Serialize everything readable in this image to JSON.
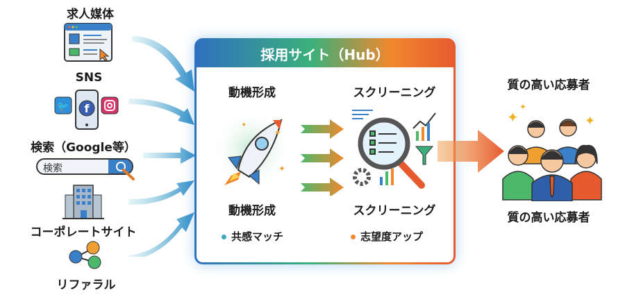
{
  "sources": [
    {
      "label": "求人媒体",
      "icon": "browser-window-icon"
    },
    {
      "label": "SNS",
      "icon": "social-media-phone-icon"
    },
    {
      "label": "検索（Google等）",
      "icon": "search-bar-icon",
      "search_text": "検索"
    },
    {
      "label": "コーポレートサイト",
      "icon": "office-building-icon"
    },
    {
      "label": "リファラル",
      "icon": "referral-network-icon"
    }
  ],
  "hub": {
    "title": "採用サイト（Hub）",
    "left_heading": "動機形成",
    "right_heading": "スクリーニング",
    "left_subheading": "動機形成",
    "right_subheading": "スクリーニング",
    "left_bullet": "共感マッチ",
    "right_bullet": "志望度アップ"
  },
  "result": {
    "label_top": "質の高い応募者",
    "label_bottom": "質の高い応募者"
  },
  "colors": {
    "blue": "#2e6fc0",
    "green": "#3bb07a",
    "orange": "#f0882e",
    "red": "#e65a2e",
    "teal": "#3aa8b8"
  }
}
